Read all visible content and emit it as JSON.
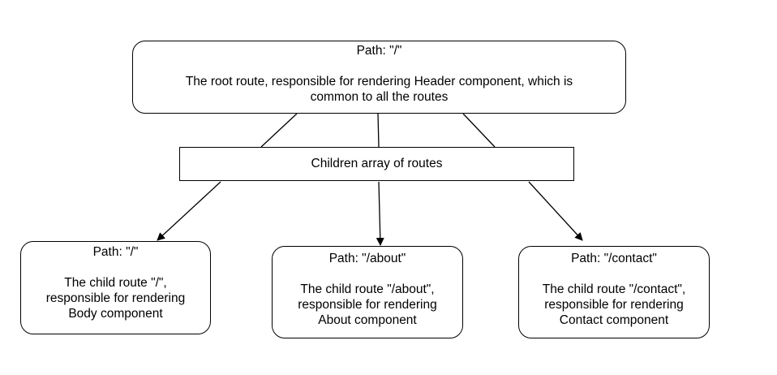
{
  "root": {
    "path_label": "Path: \"/\"",
    "description_lines": [
      "The root route, responsible for rendering Header component, which is",
      "common to all the routes"
    ]
  },
  "children_bar": {
    "label": "Children array of routes"
  },
  "children": [
    {
      "path_label": "Path: \"/\"",
      "description_lines": [
        "The child route \"/\",",
        "responsible for rendering",
        "Body component"
      ]
    },
    {
      "path_label": "Path: \"/about\"",
      "description_lines": [
        "The child route \"/about\",",
        "responsible for rendering",
        "About component"
      ]
    },
    {
      "path_label": "Path: \"/contact\"",
      "description_lines": [
        "The child route \"/contact\",",
        "responsible for rendering",
        "Contact component"
      ]
    }
  ]
}
